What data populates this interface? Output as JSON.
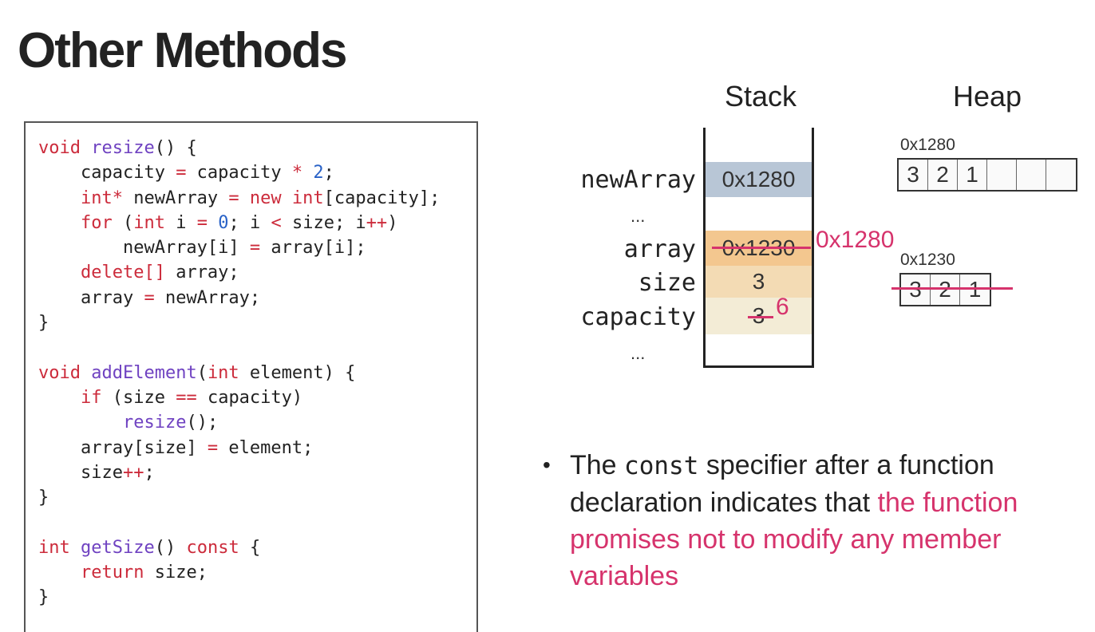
{
  "slide": {
    "title": "Other Methods"
  },
  "code": {
    "lines": [
      [
        {
          "t": "void",
          "c": "kw"
        },
        {
          "t": " "
        },
        {
          "t": "resize",
          "c": "fn"
        },
        {
          "t": "() {"
        }
      ],
      [
        {
          "t": "    capacity "
        },
        {
          "t": "=",
          "c": "op"
        },
        {
          "t": " capacity "
        },
        {
          "t": "*",
          "c": "op"
        },
        {
          "t": " "
        },
        {
          "t": "2",
          "c": "nm"
        },
        {
          "t": ";"
        }
      ],
      [
        {
          "t": "    "
        },
        {
          "t": "int*",
          "c": "kw"
        },
        {
          "t": " newArray "
        },
        {
          "t": "=",
          "c": "op"
        },
        {
          "t": " "
        },
        {
          "t": "new",
          "c": "kw"
        },
        {
          "t": " "
        },
        {
          "t": "int",
          "c": "kw"
        },
        {
          "t": "[capacity];"
        }
      ],
      [
        {
          "t": "    "
        },
        {
          "t": "for",
          "c": "kw"
        },
        {
          "t": " ("
        },
        {
          "t": "int",
          "c": "kw"
        },
        {
          "t": " i "
        },
        {
          "t": "=",
          "c": "op"
        },
        {
          "t": " "
        },
        {
          "t": "0",
          "c": "nm"
        },
        {
          "t": "; i "
        },
        {
          "t": "<",
          "c": "op"
        },
        {
          "t": " size; i"
        },
        {
          "t": "++",
          "c": "op"
        },
        {
          "t": ")"
        }
      ],
      [
        {
          "t": "        newArray[i] "
        },
        {
          "t": "=",
          "c": "op"
        },
        {
          "t": " array[i];"
        }
      ],
      [
        {
          "t": "    "
        },
        {
          "t": "delete[]",
          "c": "kw"
        },
        {
          "t": " array;"
        }
      ],
      [
        {
          "t": "    array "
        },
        {
          "t": "=",
          "c": "op"
        },
        {
          "t": " newArray;"
        }
      ],
      [
        {
          "t": "}"
        }
      ],
      [
        {
          "t": ""
        }
      ],
      [
        {
          "t": "void",
          "c": "kw"
        },
        {
          "t": " "
        },
        {
          "t": "addElement",
          "c": "fn"
        },
        {
          "t": "("
        },
        {
          "t": "int",
          "c": "kw"
        },
        {
          "t": " element) {"
        }
      ],
      [
        {
          "t": "    "
        },
        {
          "t": "if",
          "c": "kw"
        },
        {
          "t": " (size "
        },
        {
          "t": "==",
          "c": "op"
        },
        {
          "t": " capacity)"
        }
      ],
      [
        {
          "t": "        "
        },
        {
          "t": "resize",
          "c": "fn"
        },
        {
          "t": "();"
        }
      ],
      [
        {
          "t": "    array[size] "
        },
        {
          "t": "=",
          "c": "op"
        },
        {
          "t": " element;"
        }
      ],
      [
        {
          "t": "    size"
        },
        {
          "t": "++",
          "c": "op"
        },
        {
          "t": ";"
        }
      ],
      [
        {
          "t": "}"
        }
      ],
      [
        {
          "t": ""
        }
      ],
      [
        {
          "t": "int",
          "c": "kw"
        },
        {
          "t": " "
        },
        {
          "t": "getSize",
          "c": "fn"
        },
        {
          "t": "() "
        },
        {
          "t": "const",
          "c": "kw"
        },
        {
          "t": " {"
        }
      ],
      [
        {
          "t": "    "
        },
        {
          "t": "return",
          "c": "kw"
        },
        {
          "t": " size;"
        }
      ],
      [
        {
          "t": "}"
        }
      ]
    ]
  },
  "diagram": {
    "stack_header": "Stack",
    "heap_header": "Heap",
    "stack": {
      "newArray_label": "newArray",
      "newArray_value": "0x1280",
      "ellipsis_top": "...",
      "array_label": "array",
      "array_old_value": "0x1230",
      "array_new_value": "0x1280",
      "size_label": "size",
      "size_value": "3",
      "capacity_label": "capacity",
      "capacity_old_value": "3",
      "capacity_new_value": "6",
      "ellipsis_bottom": "..."
    },
    "heap": {
      "new_addr": "0x1280",
      "new_cells": [
        "3",
        "2",
        "1",
        "",
        "",
        ""
      ],
      "old_addr": "0x1230",
      "old_cells": [
        "3",
        "2",
        "1"
      ]
    },
    "colors": {
      "newArray_cell": "#b8c6d6",
      "array_cell": "#f3c78f",
      "size_cell": "#f3dbb4",
      "capacity_cell": "#f3ecd6",
      "annotation": "#d6336c"
    }
  },
  "bullet": {
    "part1": "The ",
    "code": "const",
    "part2": " specifier after a function declaration indicates that ",
    "highlight": "the function promises not to modify any member variables"
  }
}
